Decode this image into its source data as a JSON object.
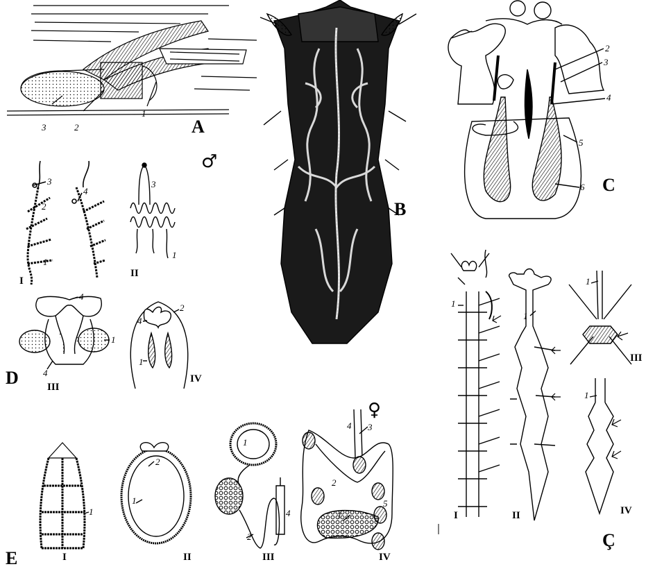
{
  "panels": {
    "A": {
      "label": "A",
      "parts": [
        "1",
        "2",
        "3"
      ]
    },
    "B": {
      "label": "B"
    },
    "C": {
      "label": "C",
      "parts": [
        "2",
        "3",
        "4",
        "5",
        "6"
      ]
    },
    "D": {
      "label": "D",
      "symbol": "♂",
      "sub": [
        {
          "label": "I",
          "parts": [
            "1",
            "2",
            "3",
            "4"
          ]
        },
        {
          "label": "II",
          "parts": [
            "1",
            "3"
          ]
        },
        {
          "label": "III",
          "parts": [
            "1",
            "4",
            "4"
          ]
        },
        {
          "label": "IV",
          "parts": [
            "1",
            "2",
            "4"
          ]
        }
      ]
    },
    "E": {
      "label": "E",
      "symbol": "♀",
      "sub": [
        {
          "label": "I",
          "parts": [
            "1"
          ]
        },
        {
          "label": "II",
          "parts": [
            "1",
            "2"
          ]
        },
        {
          "label": "III",
          "parts": [
            "1",
            "2",
            "4"
          ]
        },
        {
          "label": "IV",
          "parts": [
            "1",
            "2",
            "3",
            "4",
            "5"
          ]
        }
      ]
    },
    "Ç": {
      "label": "Ç",
      "sub": [
        {
          "label": "I",
          "parts": [
            "1"
          ]
        },
        {
          "label": "II",
          "parts": [
            "1"
          ]
        },
        {
          "label": "III",
          "parts": [
            "1"
          ]
        },
        {
          "label": "IV",
          "parts": [
            "1"
          ]
        }
      ]
    }
  }
}
